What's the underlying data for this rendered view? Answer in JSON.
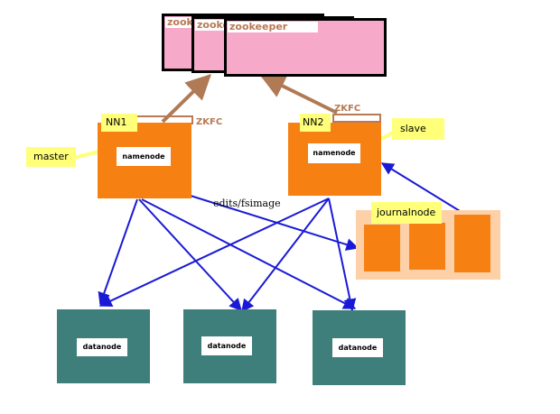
{
  "zookeeper": {
    "label_1": "zookeeper",
    "label_2": "zookeeper",
    "label_3": "zookeeper"
  },
  "nn1": {
    "tag": "NN1",
    "zkfc": "ZKFC",
    "inner": "namenode",
    "note": "master"
  },
  "nn2": {
    "tag": "NN2",
    "zkfc": "ZKFC",
    "inner": "namenode",
    "note": "slave"
  },
  "edits_label": "edits/fsimage",
  "journal": {
    "label": "journalnode"
  },
  "datanodes": [
    {
      "label": "datanode"
    },
    {
      "label": "datanode"
    },
    {
      "label": "datanode"
    }
  ],
  "colors": {
    "zookeeper_fill": "#f7a9c9",
    "zookeeper_text": "#b77a55",
    "namenode_fill": "#f68112",
    "note_fill": "#ffff7a",
    "journal_group_fill": "#fdd0a7",
    "datanode_fill": "#3f7f7b",
    "link_brown": "#b07a55",
    "arrow_blue": "#1a1ad6"
  }
}
